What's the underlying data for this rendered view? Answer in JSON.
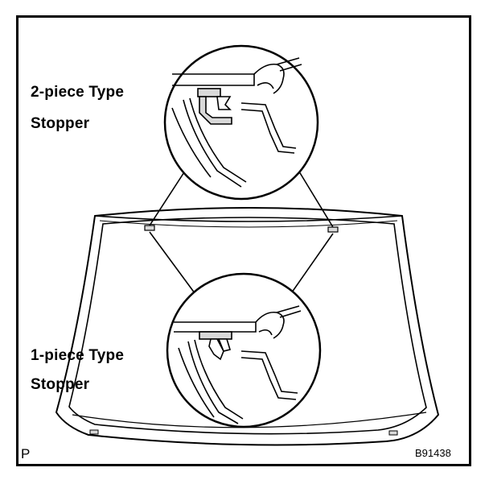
{
  "labels": {
    "two_piece_line1": "2-piece Type",
    "two_piece_line2": "Stopper",
    "one_piece_line1": "1-piece Type",
    "one_piece_line2": "Stopper"
  },
  "corner_mark": "P",
  "figure_code": "B91438",
  "colors": {
    "ink": "#000000",
    "paper": "#ffffff",
    "fill_gray": "#d9d9d9"
  }
}
